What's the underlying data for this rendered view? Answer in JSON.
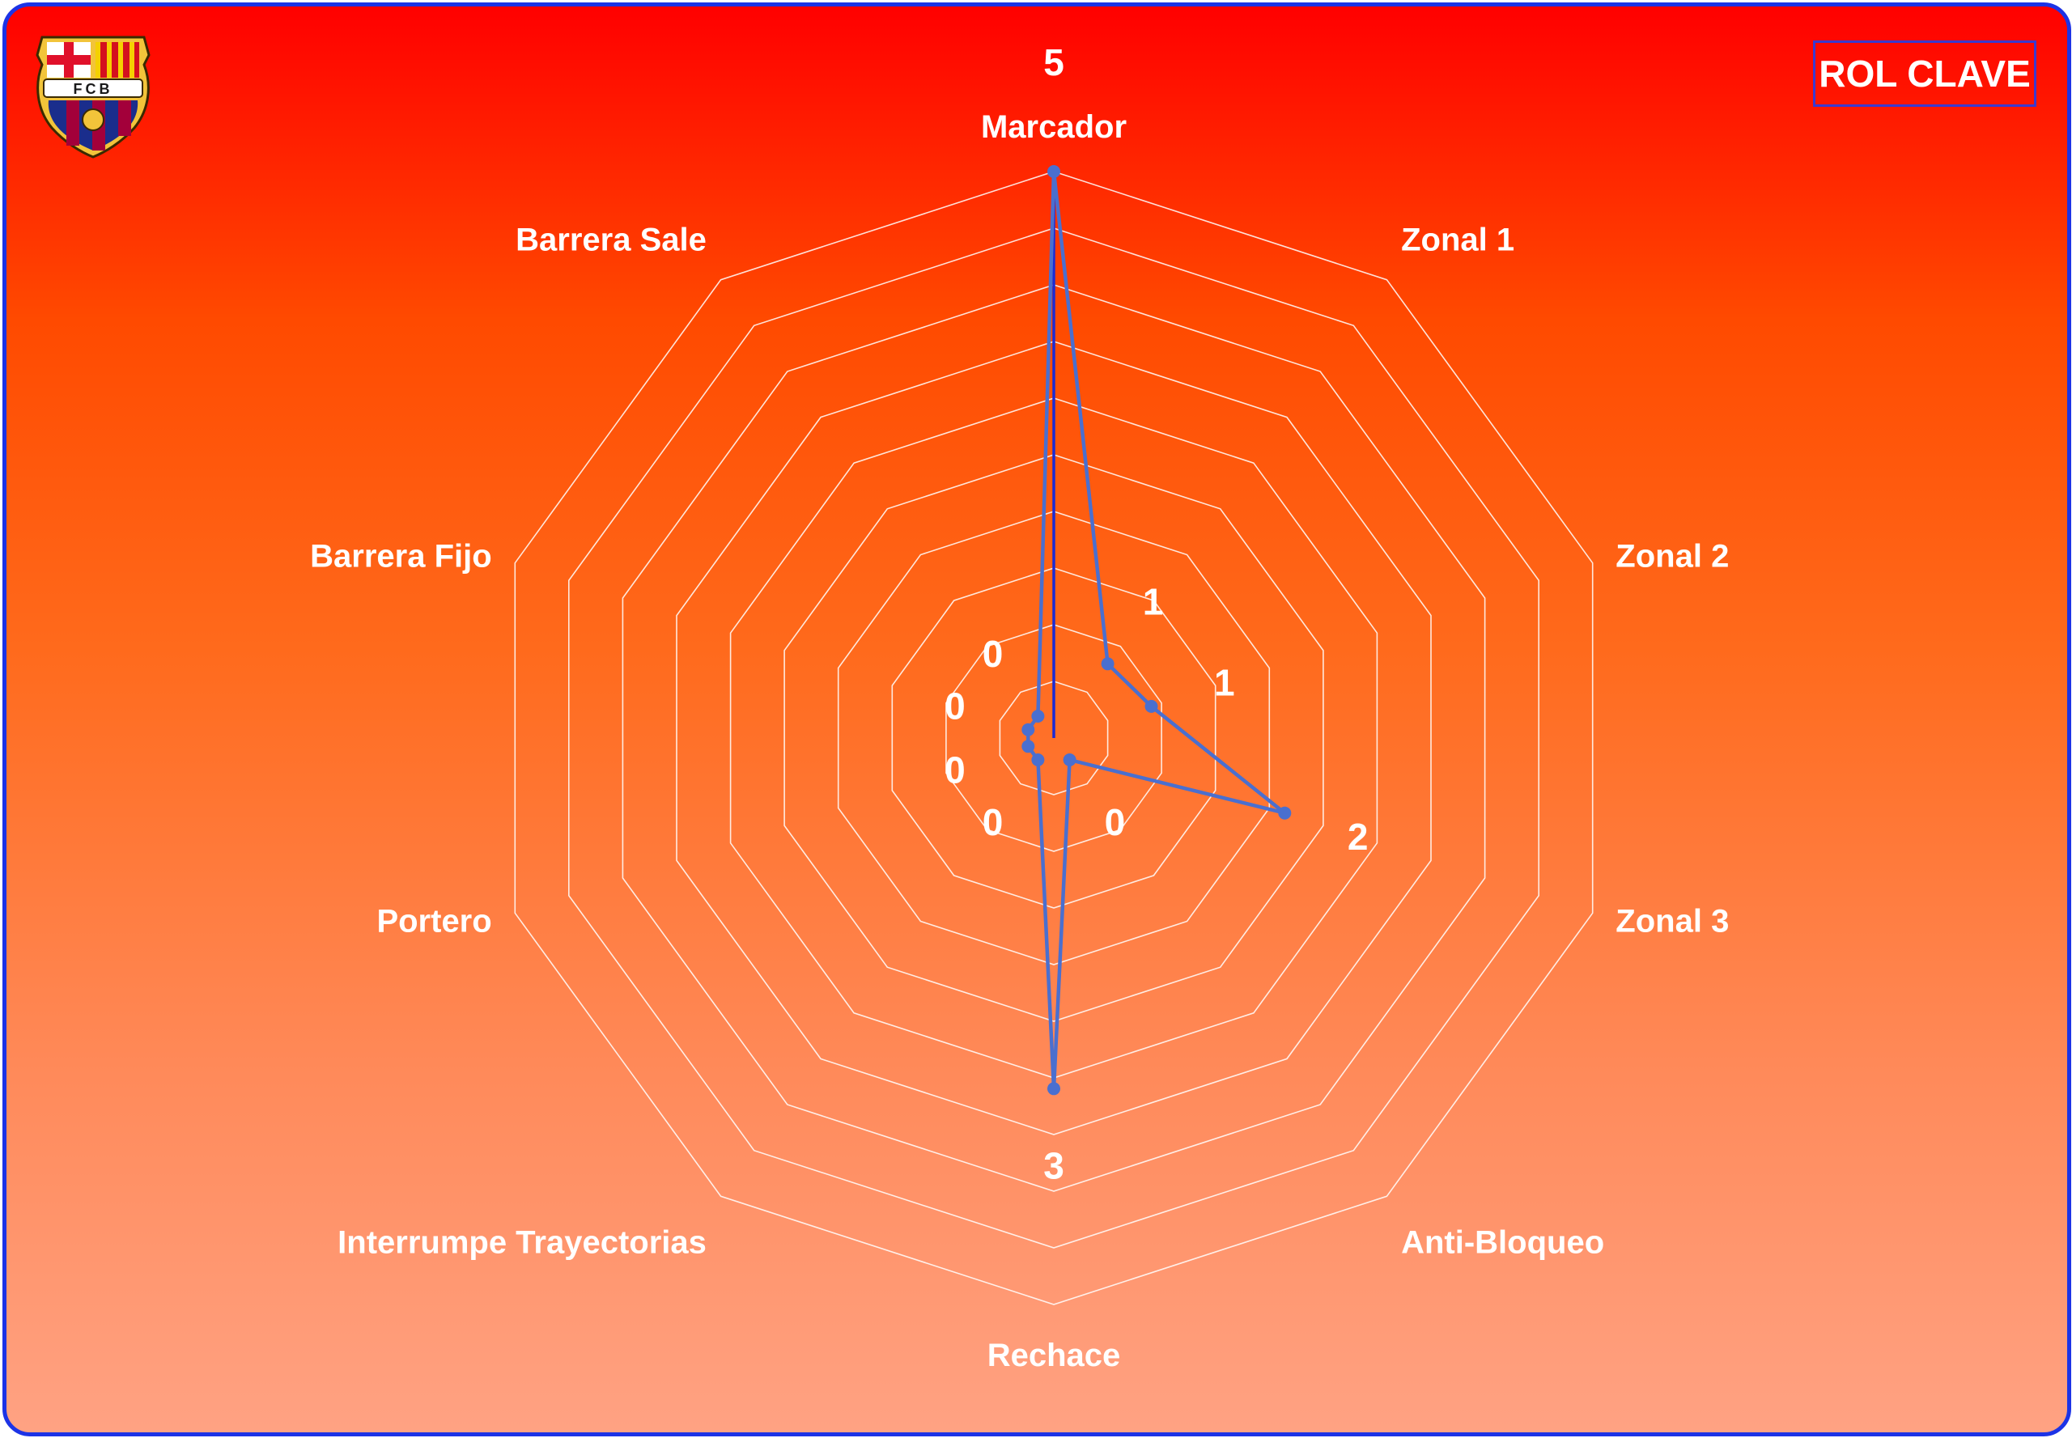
{
  "badge": {
    "label": "ROL CLAVE"
  },
  "logo": {
    "text": "FCB",
    "icon": "fc-barcelona-crest-icon"
  },
  "colors": {
    "border": "#1c33e6",
    "series_line": "#4a6fcf",
    "marcador_spoke": "#1a2bd6",
    "grid": "#ffffff",
    "label_text": "#ffffff"
  },
  "chart_data": {
    "type": "radar",
    "categories": [
      "Marcador",
      "Zonal 1",
      "Zonal 2",
      "Zonal 3",
      "Anti-Bloqueo",
      "Rechace",
      "Interrumpe Trayectorias",
      "Portero",
      "Barrera Fijo",
      "Barrera Sale"
    ],
    "values": [
      5,
      0.6,
      0.7,
      2,
      0,
      3,
      0,
      0,
      0,
      0
    ],
    "data_labels": [
      "5",
      "1",
      "1",
      "2",
      "0",
      "3",
      "0",
      "0",
      "0",
      "0"
    ],
    "rlim": [
      -0.25,
      5
    ],
    "grid_rings": 10,
    "legend": "none"
  }
}
